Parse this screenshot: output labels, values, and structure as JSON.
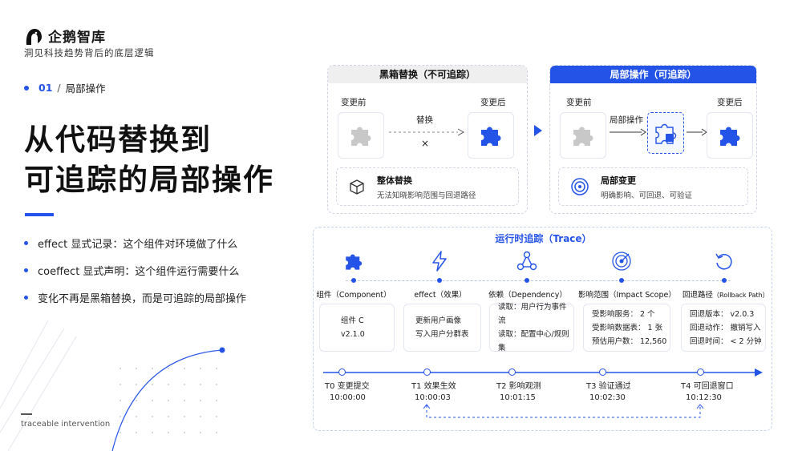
{
  "brand": {
    "name": "企鹅智库",
    "tagline": "洞见科技趋势背后的底层逻辑"
  },
  "section": {
    "num": "01",
    "sep": "/",
    "title": "局部操作"
  },
  "title": {
    "line1": "从代码替换到",
    "line2": "可追踪的局部操作"
  },
  "bullets": [
    "effect 显式记录：这个组件对环境做了什么",
    "coeffect 显式声明：这个组件运行需要什么",
    "变化不再是黑箱替换，而是可追踪的局部操作"
  ],
  "footer": "traceable intervention",
  "left_panel": {
    "header": "黑箱替换（不可追踪）",
    "before": "变更前",
    "after": "变更后",
    "arrow_label": "替换",
    "cross": "×",
    "info_title": "整体替换",
    "info_sub": "无法知晓影响范围与回退路径"
  },
  "right_panel": {
    "header": "局部操作（可追踪）",
    "before": "变更前",
    "after": "变更后",
    "arrow_label": "局部操作",
    "info_title": "局部变更",
    "info_sub": "明确影响、可回退、可验证"
  },
  "trace": {
    "title": "运行时追踪（Trace）",
    "columns": [
      {
        "label": "组件（Component）",
        "lines": [
          "组件 C",
          "v2.1.0"
        ]
      },
      {
        "label": "effect（效果）",
        "lines": [
          "更新用户画像",
          "写入用户分群表"
        ]
      },
      {
        "label": "依赖（Dependency）",
        "lines": [
          "读取：用户行为事件流",
          "读取：配置中心/规则集"
        ]
      },
      {
        "label": "影响范围（Impact Scope）",
        "lines": [
          "受影响服务： 2 个",
          "受影响数据表： 1 张",
          "预估用户数： 12,560"
        ]
      },
      {
        "label_main": "回退路径",
        "label_small": "（Rollback Path）",
        "lines": [
          "回退版本： v2.0.3",
          "回退动作： 撤销写入",
          "回退时间： < 2 分钟"
        ]
      }
    ],
    "timeline": [
      {
        "label": "T0  变更提交",
        "time": "10:00:00"
      },
      {
        "label": "T1  效果生效",
        "time": "10:00:03"
      },
      {
        "label": "T2  影响观测",
        "time": "10:01:15"
      },
      {
        "label": "T3  验证通过",
        "time": "10:02:30"
      },
      {
        "label": "T4  可回退窗口",
        "time": "10:12:30"
      }
    ]
  },
  "colors": {
    "accent": "#2453e8",
    "gray": "#c8c8c8"
  }
}
